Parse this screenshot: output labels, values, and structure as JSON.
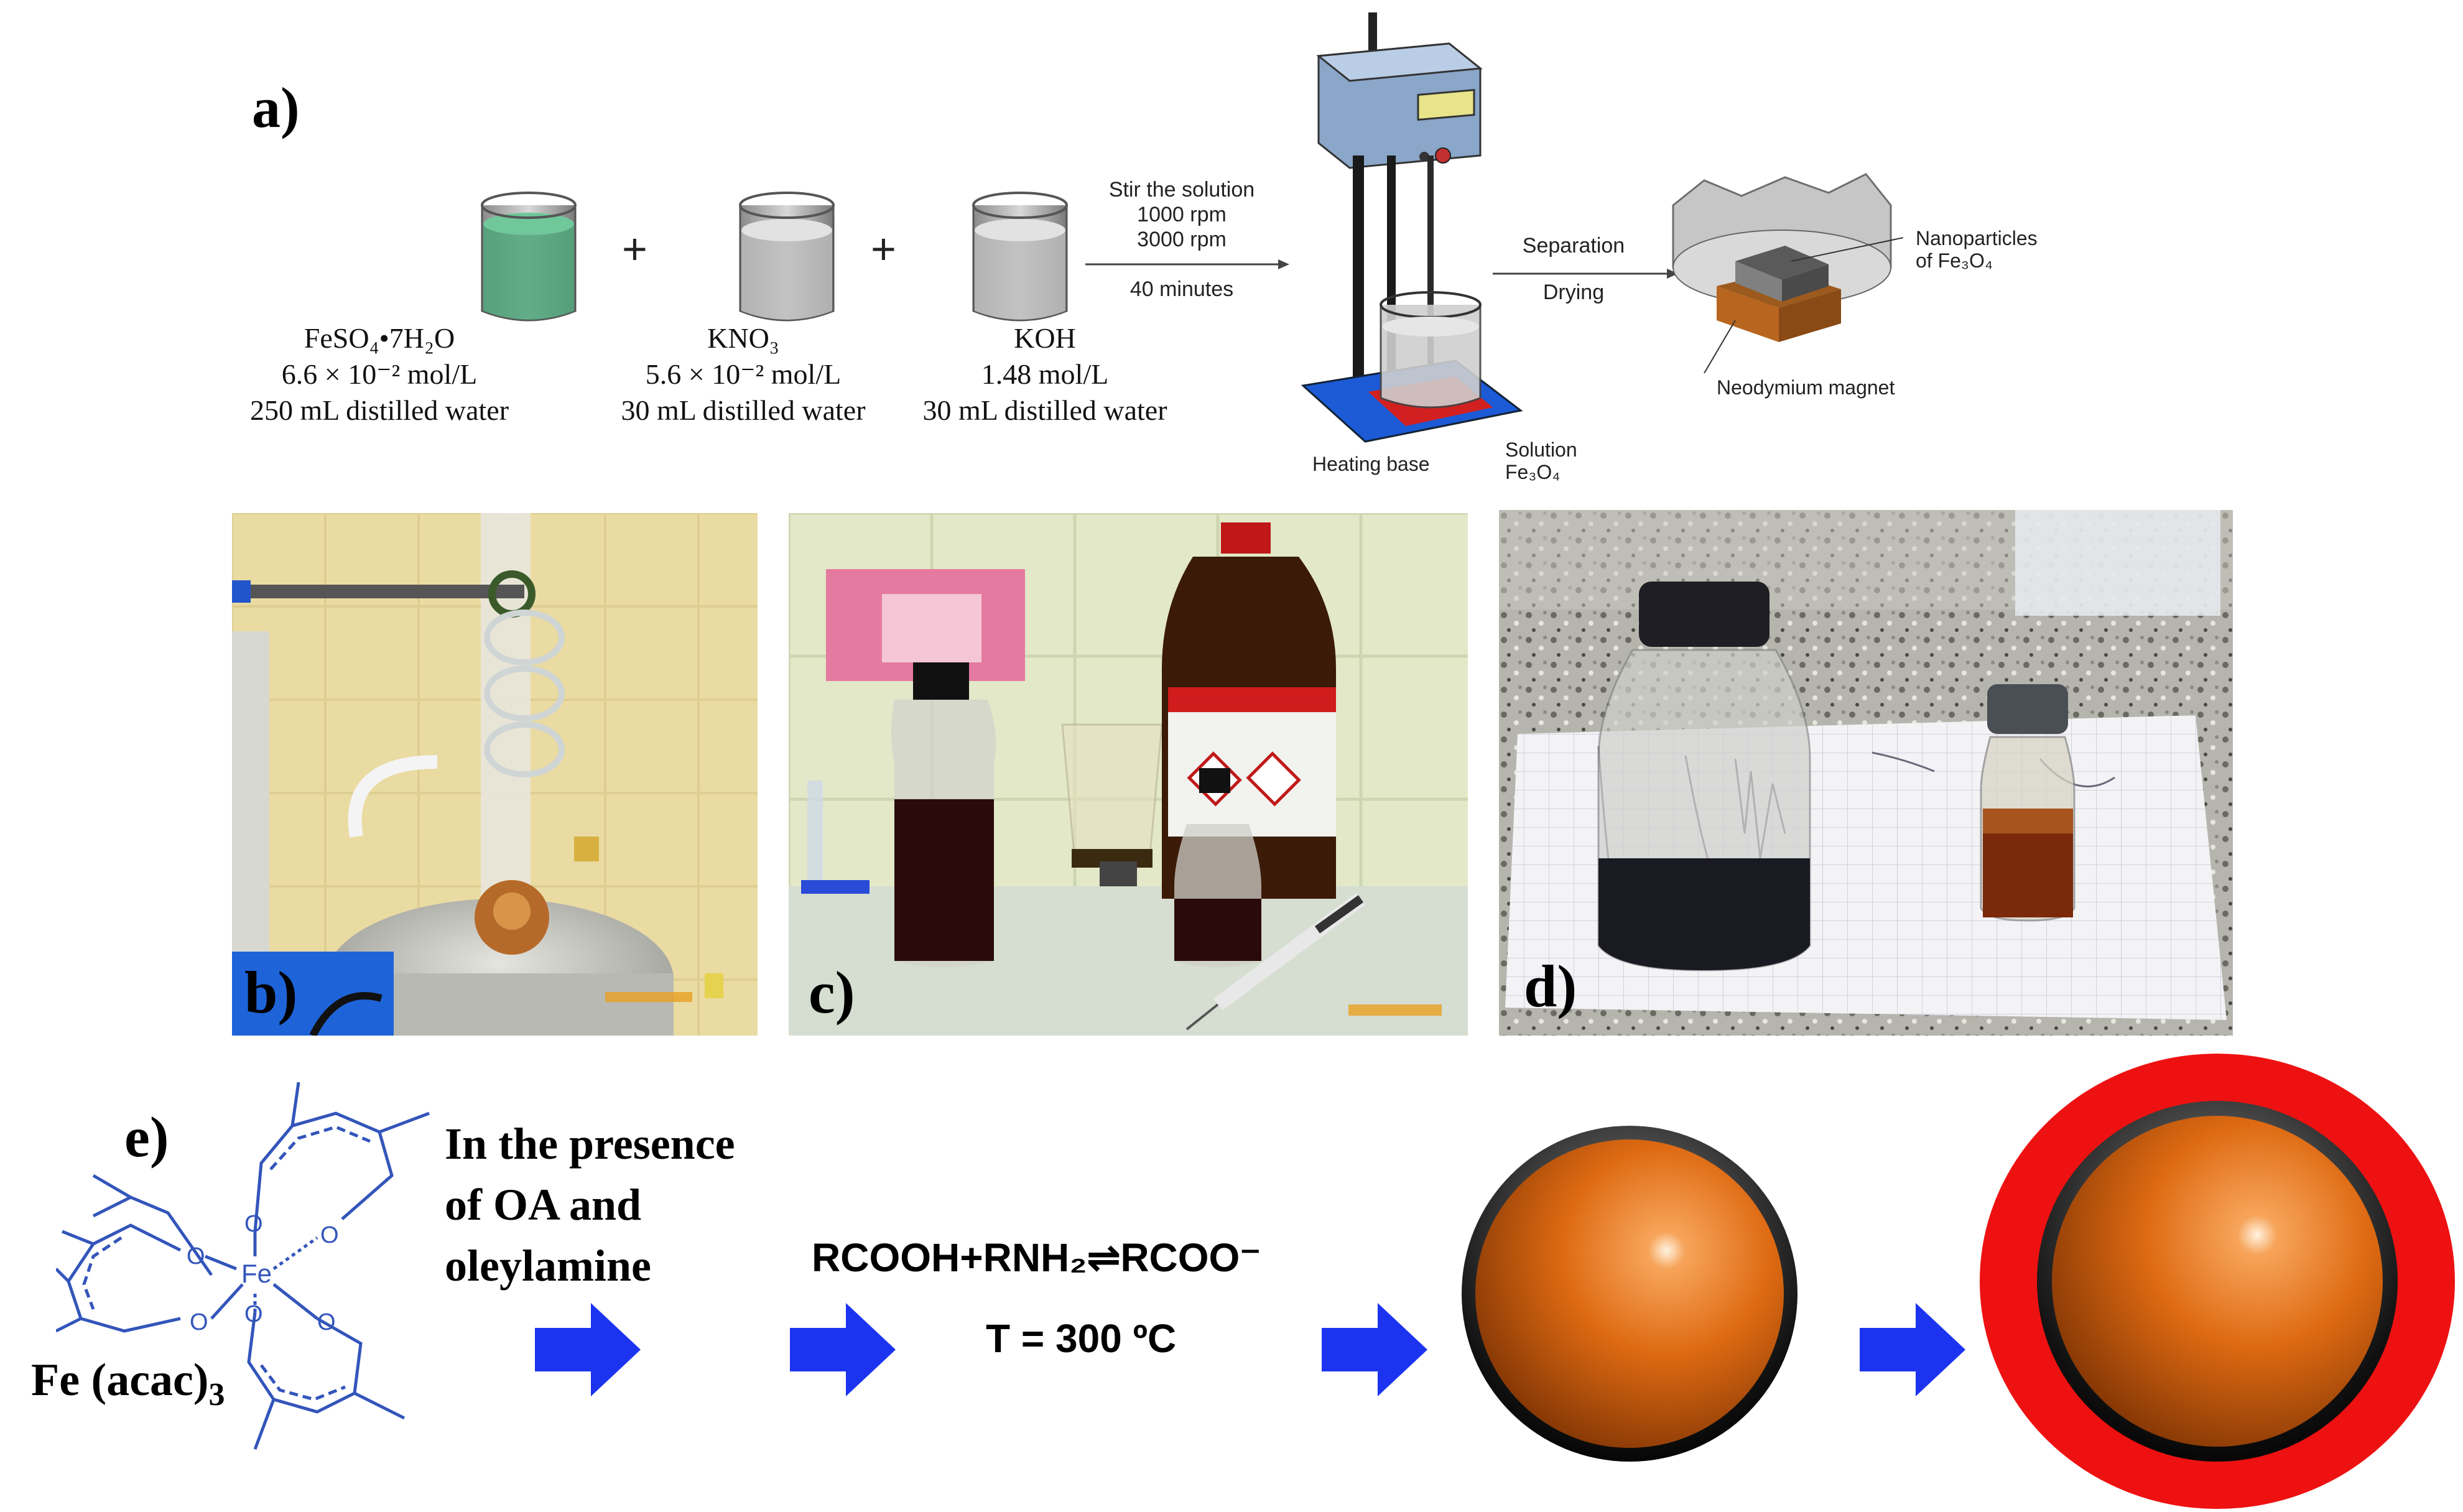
{
  "panel_a": {
    "label": "a)",
    "reagents": [
      {
        "name": "FeSO₄•7H₂O",
        "conc": "6.6 × 10⁻² mol/L",
        "volume": "250 mL distilled water",
        "liquid_color": "#4fa57a"
      },
      {
        "name": "KNO₃",
        "conc": "5.6 × 10⁻² mol/L",
        "volume": "30 mL distilled water",
        "liquid_color": "#cfcfcf"
      },
      {
        "name": "KOH",
        "conc": "1.48 mol/L",
        "volume": "30 mL distilled water",
        "liquid_color": "#cfcfcf"
      }
    ],
    "plus": "+",
    "stir": {
      "line1": "Stir the solution",
      "line2": "1000 rpm",
      "line3": "3000 rpm",
      "line4": "40 minutes"
    },
    "stirrer_labels": {
      "base": "Heating base",
      "solution_line1": "Solution",
      "solution_line2": "Fe₃O₄"
    },
    "separation": {
      "line1": "Separation",
      "line2": "Drying"
    },
    "magnet_labels": {
      "np_line1": "Nanoparticles",
      "np_line2": "of Fe₃O₄",
      "magnet": "Neodymium magnet"
    }
  },
  "photos": [
    {
      "label": "b)"
    },
    {
      "label": "c)"
    },
    {
      "label": "d)"
    }
  ],
  "panel_e": {
    "label": "e)",
    "complex_center": "Fe",
    "complex_atom": "O",
    "compound": "Fe (acac)",
    "compound_sub": "3",
    "condition_line1": "In the presence",
    "condition_line2": "of OA and",
    "condition_line3": "oleylamine",
    "equation": "RCOOH+RNH₂⇌RCOO⁻",
    "temperature": "T = 300 ºC",
    "colors": {
      "arrow": "#1c34f0",
      "core": "#e06a10",
      "shell": "#ee1111",
      "complex": "#3355bb"
    }
  }
}
